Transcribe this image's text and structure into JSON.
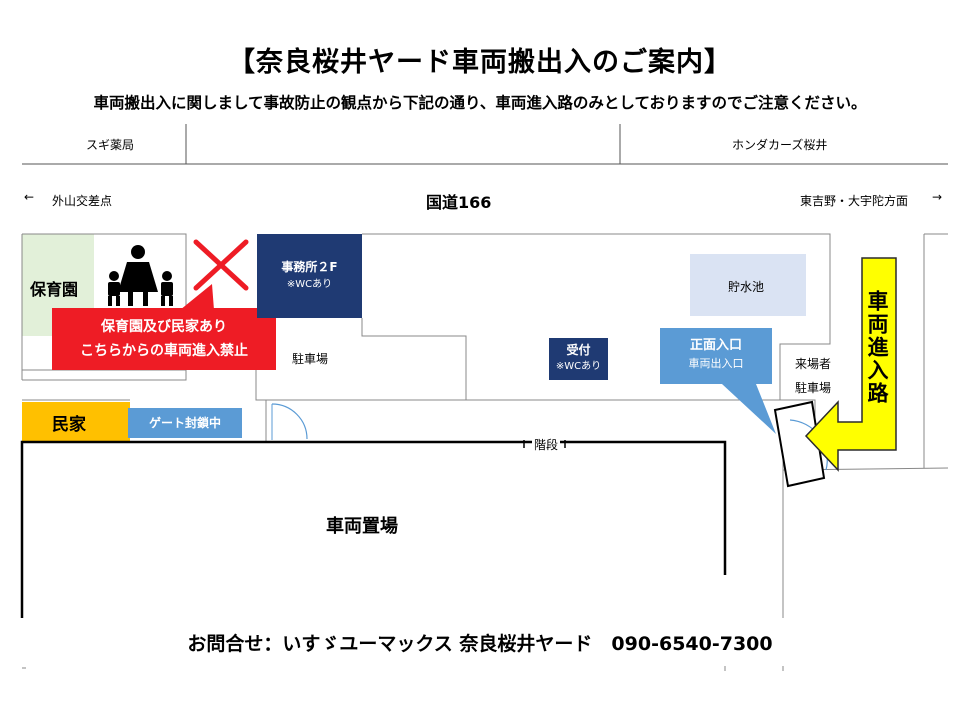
{
  "header": {
    "title": "【奈良桜井ヤード車両搬出入のご案内】",
    "notice": "車両搬出入に関しまして事故防止の観点から下記の通り、車両進入路のみとしておりますのでご注意ください。"
  },
  "top_strip": {
    "left_shop": "スギ薬局",
    "right_shop": "ホンダカーズ桜井"
  },
  "road": {
    "left_direction": "外山交差点",
    "left_arrow": "←",
    "name": "国道166",
    "right_direction": "東吉野・大宇陀方面",
    "right_arrow": "→"
  },
  "map": {
    "nursery": "保育園",
    "house": "民家",
    "warning_line1": "保育園及び民家あり",
    "warning_line2": "こちらからの車両進入禁止",
    "office_title": "事務所２F",
    "office_wc": "※WCあり",
    "parking": "駐車場",
    "reception_title": "受付",
    "reception_wc": "※WCあり",
    "reservoir": "貯水池",
    "main_entrance_title": "正面入口",
    "main_entrance_sub": "車両出入口",
    "visitor_parking_line1": "来場者",
    "visitor_parking_line2": "駐車場",
    "vehicle_route": "車両進入路",
    "gate_closed": "ゲート封鎖中",
    "stairs": "階段",
    "vehicle_yard": "車両置場"
  },
  "footer": {
    "contact": "お問合せ：いすゞユーマックス 奈良桜井ヤード　090-6540-7300"
  },
  "colors": {
    "navy": "#1f3a73",
    "warning_red": "#ee1c25",
    "callout_blue": "#5b9bd5",
    "route_yellow": "#ffff00",
    "house_orange": "#ffc000",
    "nursery_green": "#e2f0d9",
    "reservoir_blue": "#dae3f3"
  }
}
